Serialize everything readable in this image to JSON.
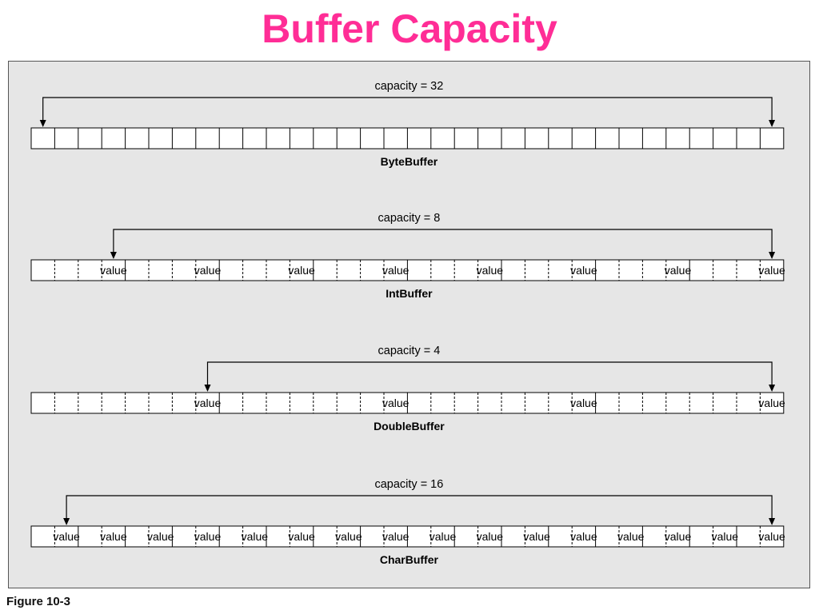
{
  "title": "Buffer Capacity",
  "caption": "Figure 10-3",
  "cell_label": "value",
  "colors": {
    "title": "#ff2d96",
    "panel_background": "#e6e6e6",
    "cell_fill": "#ffffff",
    "line": "#000000"
  },
  "buffers": [
    {
      "name": "ByteBuffer",
      "capacity_label": "capacity = 32",
      "capacity": 32,
      "bytes_per_element": 1,
      "element_labels": false
    },
    {
      "name": "IntBuffer",
      "capacity_label": "capacity = 8",
      "capacity": 8,
      "bytes_per_element": 4,
      "element_labels": true
    },
    {
      "name": "DoubleBuffer",
      "capacity_label": "capacity = 4",
      "capacity": 4,
      "bytes_per_element": 8,
      "element_labels": true
    },
    {
      "name": "CharBuffer",
      "capacity_label": "capacity = 16",
      "capacity": 16,
      "bytes_per_element": 2,
      "element_labels": true
    }
  ]
}
